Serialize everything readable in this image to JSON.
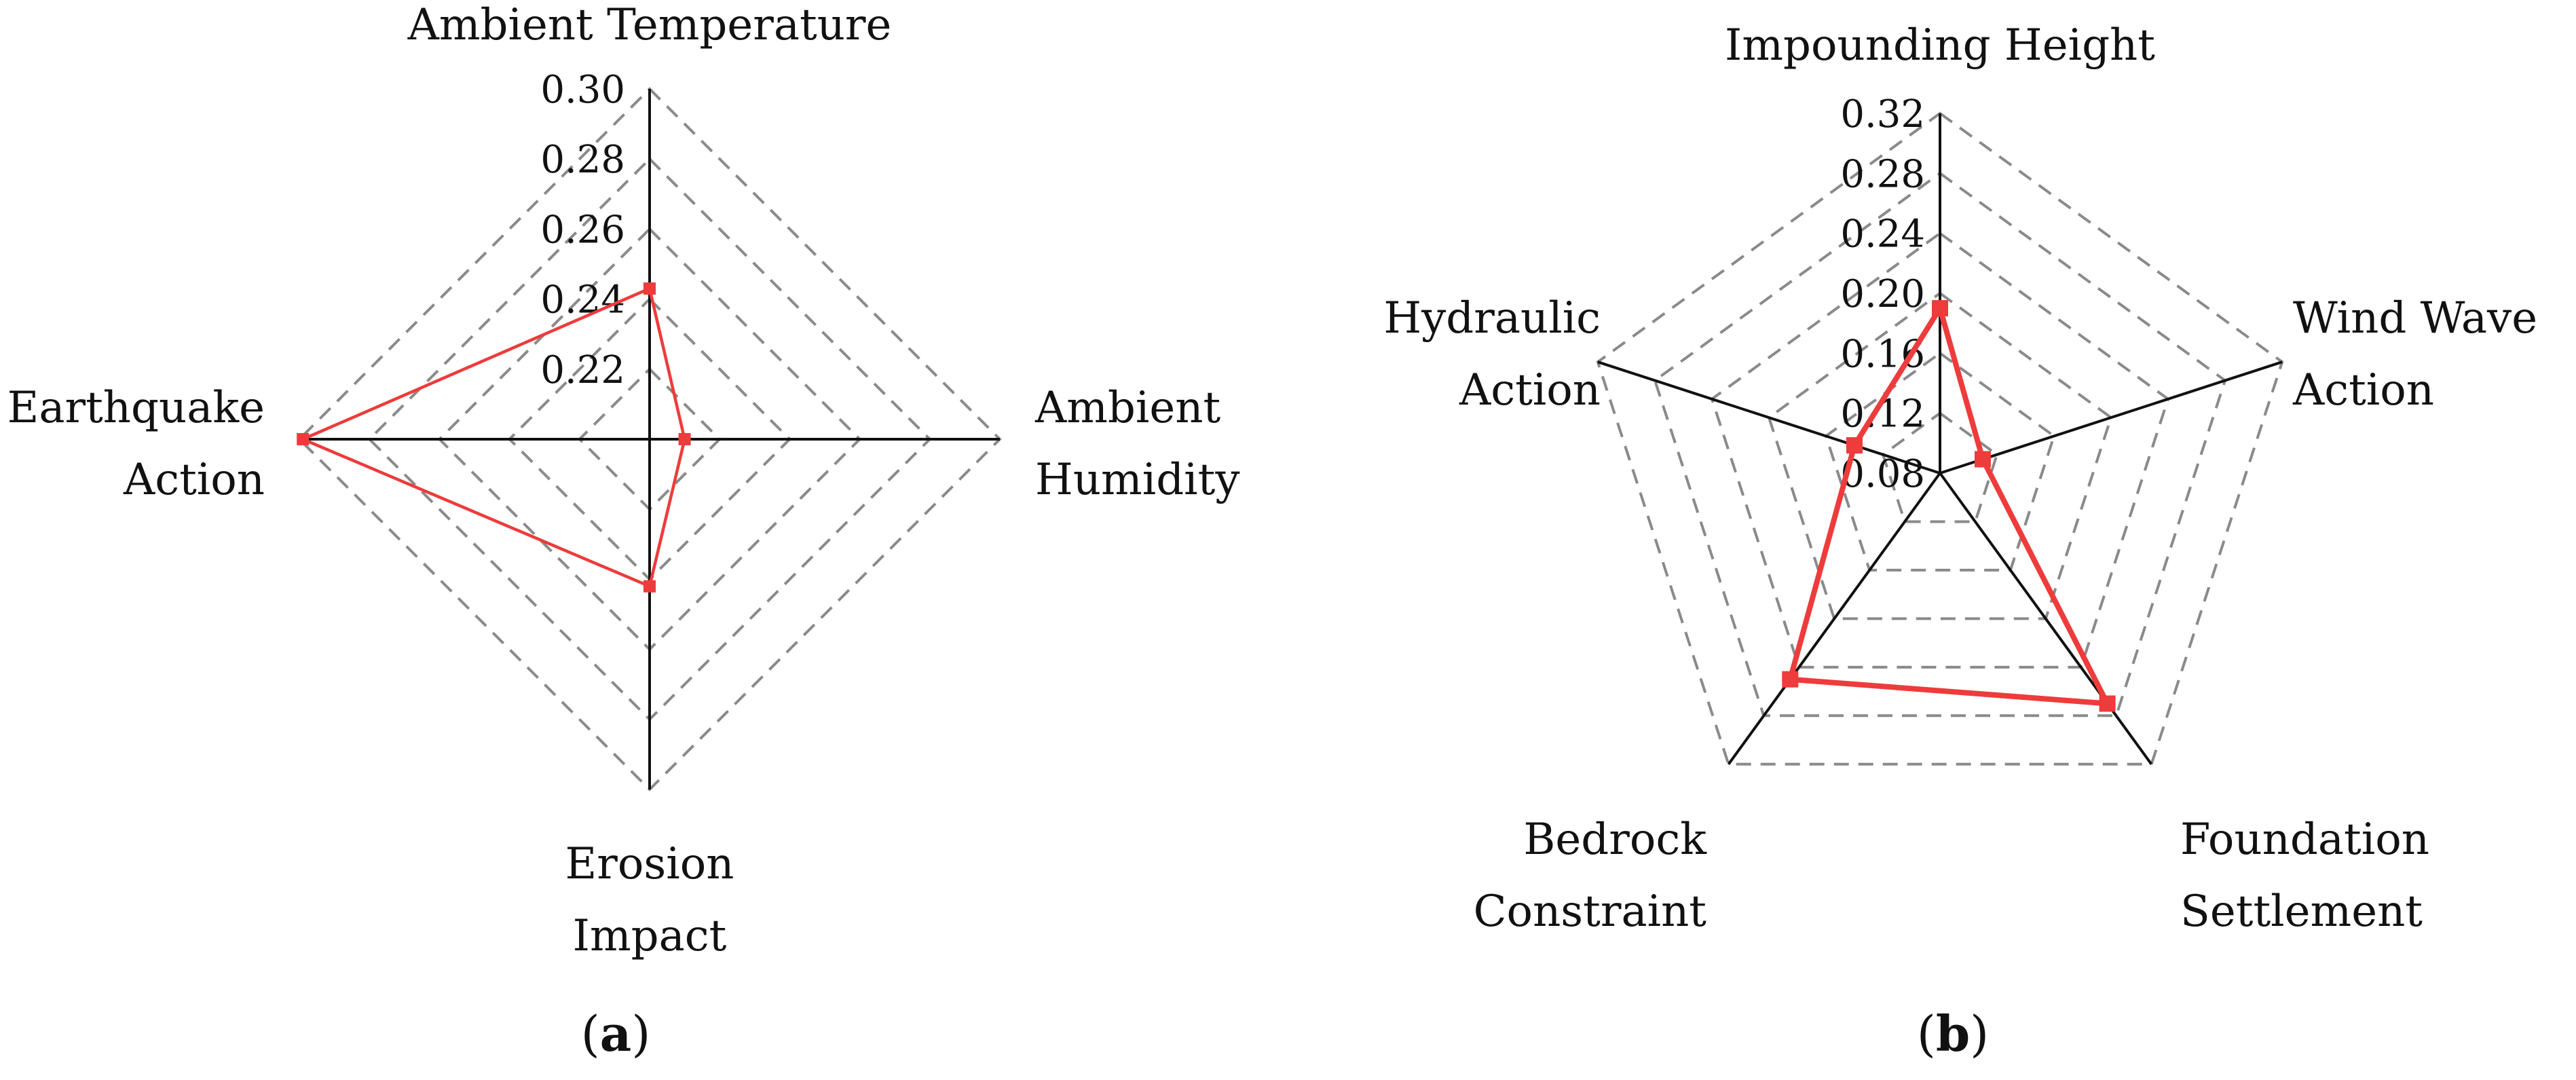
{
  "chart_data": [
    {
      "type": "radar",
      "panel_label": "a",
      "categories": [
        "Ambient Temperature",
        "Ambient Humidity",
        "Erosion Impact",
        "Earthquake Action"
      ],
      "category_lines": [
        [
          "Ambient Temperature"
        ],
        [
          "Ambient",
          "Humidity"
        ],
        [
          "Erosion",
          "Impact"
        ],
        [
          "Earthquake",
          "Action"
        ]
      ],
      "r_range": [
        0.2,
        0.3
      ],
      "r_ticks": [
        0.22,
        0.24,
        0.26,
        0.28,
        0.3
      ],
      "r_tick_labels": [
        "0.22",
        "0.24",
        "0.26",
        "0.28",
        "0.30"
      ],
      "grid": true,
      "series": [
        {
          "values": [
            0.243,
            0.21,
            0.242,
            0.299
          ],
          "color": "#ee3b3b"
        }
      ]
    },
    {
      "type": "radar",
      "panel_label": "b",
      "categories": [
        "Impounding Height",
        "Wind Wave Action",
        "Foundation Settlement",
        "Bedrock Constraint",
        "Hydraulic Action"
      ],
      "category_lines": [
        [
          "Impounding Height"
        ],
        [
          "Wind Wave",
          "Action"
        ],
        [
          "Foundation",
          "Settlement"
        ],
        [
          "Bedrock",
          "Constraint"
        ],
        [
          "Hydraulic",
          "Action"
        ]
      ],
      "r_range": [
        0.08,
        0.32
      ],
      "r_ticks": [
        0.08,
        0.12,
        0.16,
        0.2,
        0.24,
        0.28,
        0.32
      ],
      "r_tick_labels": [
        "0.08",
        "0.12",
        "0.16",
        "0.20",
        "0.24",
        "0.28",
        "0.32"
      ],
      "grid": true,
      "series": [
        {
          "values": [
            0.19,
            0.11,
            0.27,
            0.25,
            0.14
          ],
          "color": "#ee3b3b"
        }
      ]
    }
  ]
}
